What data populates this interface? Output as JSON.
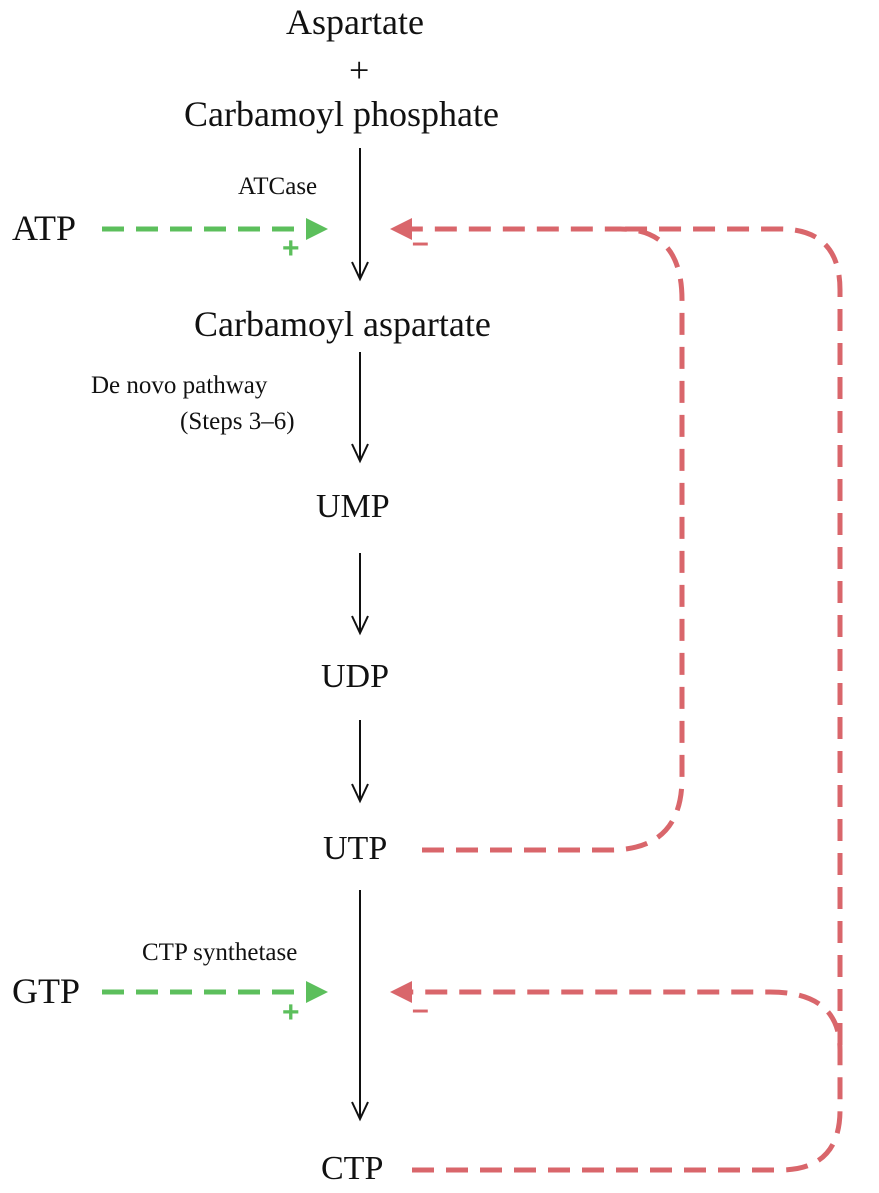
{
  "compounds": {
    "aspartate": "Aspartate",
    "plus": "+",
    "carbamoyl_phosphate": "Carbamoyl phosphate",
    "carbamoyl_aspartate": "Carbamoyl aspartate",
    "ump": "UMP",
    "udp": "UDP",
    "utp": "UTP",
    "ctp": "CTP"
  },
  "enzymes": {
    "atcase": "ATCase",
    "de_novo_line1": "De novo pathway",
    "de_novo_line2": "(Steps 3–6)",
    "ctp_synthetase": "CTP synthetase"
  },
  "effectors": {
    "atp": "ATP",
    "gtp": "GTP"
  },
  "signs": {
    "activation": "+",
    "inhibition": "–"
  },
  "colors": {
    "activation": "#5cbf5c",
    "inhibition": "#d9666b",
    "pathway": "#111111"
  }
}
